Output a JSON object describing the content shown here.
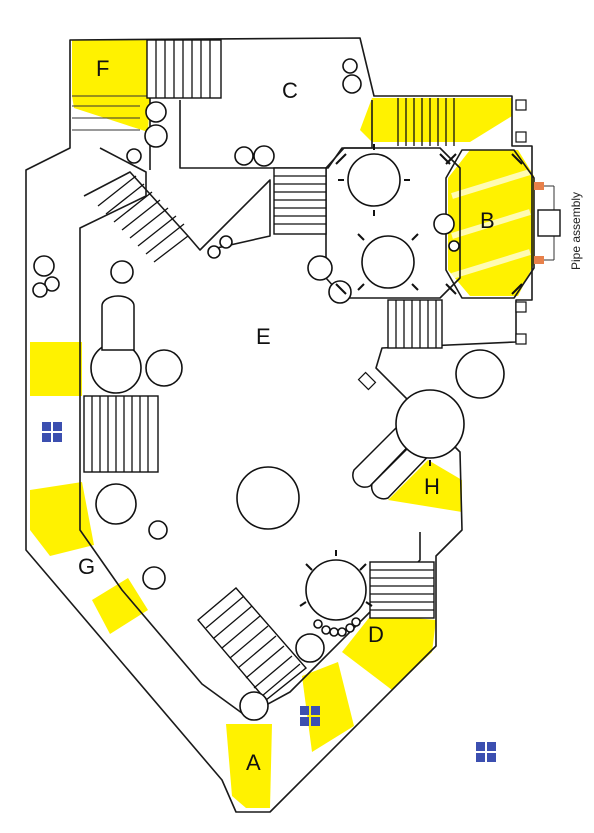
{
  "colors": {
    "highlight": "#fff200",
    "pipe_accent": "#e8804a",
    "marker": "#3c4fb0",
    "ink": "#111111"
  },
  "map": {
    "rooms": [
      {
        "id": "A",
        "label": "A"
      },
      {
        "id": "B",
        "label": "B"
      },
      {
        "id": "C",
        "label": "C"
      },
      {
        "id": "D",
        "label": "D"
      },
      {
        "id": "E",
        "label": "E"
      },
      {
        "id": "F",
        "label": "F"
      },
      {
        "id": "G",
        "label": "G"
      },
      {
        "id": "H",
        "label": "H"
      }
    ],
    "pipe_assembly_label": "Pipe assembly",
    "marker_icon": "grid-square-icon"
  }
}
